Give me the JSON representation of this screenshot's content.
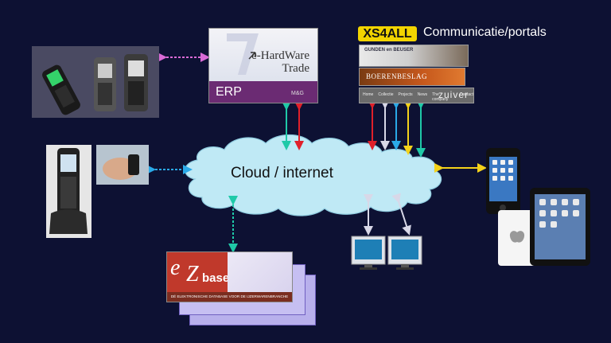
{
  "erp": {
    "label": "ERP",
    "brand": "e-HardWare Trade",
    "mark": "M&G"
  },
  "portals": {
    "badge": "XS4ALL",
    "title": "Communicatie/portals",
    "banner1": "GUNDEN en BEUSER",
    "banner2": "BOERENBESLAG",
    "banner3_brand": "zuiver",
    "banner3_nav": [
      "Home",
      "Collectie",
      "Projects",
      "News",
      "The company",
      "Contact"
    ]
  },
  "cloud": {
    "label": "Cloud / internet"
  },
  "ezbase": {
    "e": "e",
    "z": "Z",
    "word": "base",
    "tagline": "DÉ ELEKTRONISCHE DATABASE VOOR DE IJZERWARENBRANCHE"
  },
  "colors": {
    "background": "#0d1133",
    "cloud": "#bfe9f5",
    "erp_purple": "#6b2b73",
    "xs4all_yellow": "#f2d400",
    "arrow_red": "#e0202a",
    "arrow_teal": "#1fc9a8",
    "arrow_blue": "#2aa9e8",
    "arrow_pink": "#d96bd6",
    "arrow_white": "#d8d8e8",
    "arrow_yellow": "#f4d21a",
    "arrow_cyan": "#37b8e6"
  }
}
